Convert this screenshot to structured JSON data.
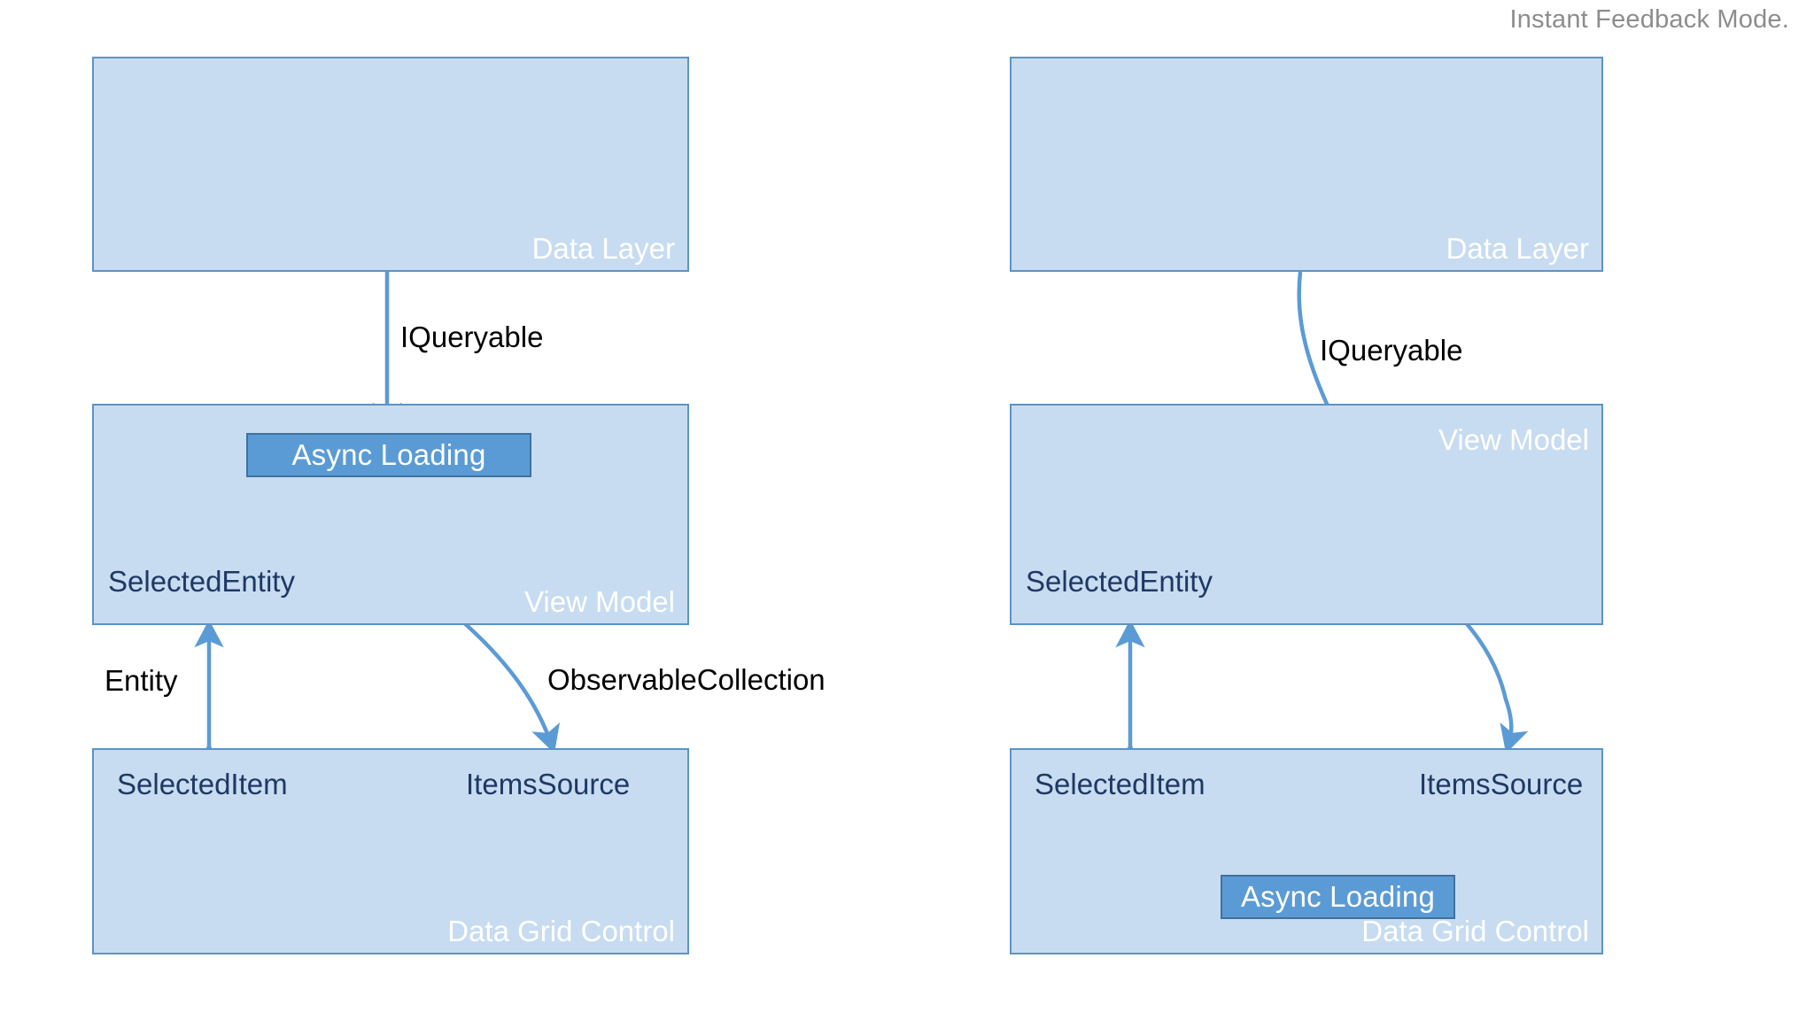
{
  "slide": {
    "title": "Instant Feedback Mode."
  },
  "colors": {
    "box_fill": "#c7dcf0",
    "box_border": "#5d93c4",
    "badge_fill": "#5b9bd5",
    "badge_border": "#41719c",
    "arrow": "#5b9bd5",
    "layer_title": "#ffffff",
    "property_label": "#1f3864",
    "edge_label": "#000000",
    "slide_title": "#8d8d8d"
  },
  "diagrams": [
    {
      "id": "left",
      "name": "view-model-async-loading",
      "layers": [
        {
          "id": "data-layer",
          "title": "Data Layer",
          "properties": []
        },
        {
          "id": "view-model",
          "title": "View Model",
          "properties": [
            "SelectedEntity"
          ]
        },
        {
          "id": "data-grid-control",
          "title": "Data Grid Control",
          "properties": [
            "SelectedItem",
            "ItemsSource"
          ]
        }
      ],
      "badge": {
        "label": "Async Loading",
        "layer": "view-model"
      },
      "edges": [
        {
          "id": "iqueryable",
          "label": "IQueryable",
          "from": "data-layer",
          "to": "async-loading",
          "arrows": "end"
        },
        {
          "id": "async-to-entity",
          "label": "",
          "from": "async-loading",
          "to": "SelectedEntity",
          "arrows": "end"
        },
        {
          "id": "observablecollection",
          "label": "ObservableCollection",
          "from": "async-loading",
          "to": "ItemsSource",
          "arrows": "end"
        },
        {
          "id": "entity",
          "label": "Entity",
          "from": "SelectedItem",
          "to": "SelectedEntity",
          "arrows": "both"
        }
      ]
    },
    {
      "id": "right",
      "name": "data-grid-instant-feedback",
      "layers": [
        {
          "id": "data-layer",
          "title": "Data Layer",
          "properties": []
        },
        {
          "id": "view-model",
          "title": "View Model",
          "properties": [
            "SelectedEntity"
          ]
        },
        {
          "id": "data-grid-control",
          "title": "Data Grid Control",
          "properties": [
            "SelectedItem",
            "ItemsSource"
          ]
        }
      ],
      "badge": {
        "label": "Async Loading",
        "layer": "data-grid-control"
      },
      "edges": [
        {
          "id": "iqueryable",
          "label": "IQueryable",
          "from": "data-layer",
          "to": "ItemsSource",
          "arrows": "end"
        },
        {
          "id": "items-to-async",
          "label": "",
          "from": "ItemsSource",
          "to": "async-loading",
          "arrows": "end"
        },
        {
          "id": "async-to-item",
          "label": "",
          "from": "async-loading",
          "to": "SelectedItem",
          "arrows": "end"
        },
        {
          "id": "entity-binding",
          "label": "",
          "from": "SelectedItem",
          "to": "SelectedEntity",
          "arrows": "both"
        }
      ]
    }
  ]
}
